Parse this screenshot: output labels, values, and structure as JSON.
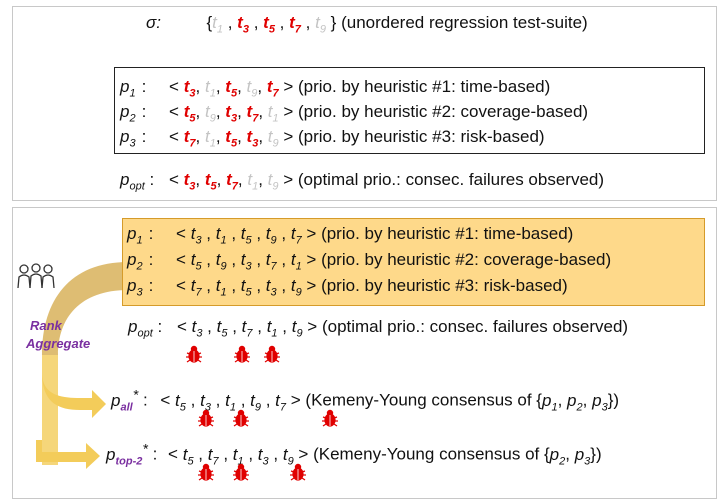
{
  "top": {
    "sigma_symbol": "σ:",
    "sigma_set": [
      "t1",
      "t3",
      "t5",
      "t7",
      "t9"
    ],
    "sigma_colors": [
      "gray",
      "red",
      "red",
      "red",
      "gray"
    ],
    "sigma_desc": "(unordered regression test-suite)",
    "rows": [
      {
        "label": "p",
        "sub": "1",
        "seq": [
          "3",
          "1",
          "5",
          "9",
          "7"
        ],
        "colors": [
          "red",
          "gray",
          "red",
          "gray",
          "red"
        ],
        "desc": "(prio. by heuristic #1: time-based)"
      },
      {
        "label": "p",
        "sub": "2",
        "seq": [
          "5",
          "9",
          "3",
          "7",
          "1"
        ],
        "colors": [
          "red",
          "gray",
          "red",
          "red",
          "gray"
        ],
        "desc": "(prio. by heuristic #2: coverage-based)"
      },
      {
        "label": "p",
        "sub": "3",
        "seq": [
          "7",
          "1",
          "5",
          "3",
          "9"
        ],
        "colors": [
          "red",
          "gray",
          "red",
          "red",
          "gray"
        ],
        "desc": "(prio. by heuristic #3: risk-based)"
      }
    ],
    "opt": {
      "label": "p",
      "sub": "opt",
      "seq": [
        "3",
        "5",
        "7",
        "1",
        "9"
      ],
      "colors": [
        "red",
        "red",
        "red",
        "gray",
        "gray"
      ],
      "desc": "(optimal prio.: consec. failures observed)"
    }
  },
  "bottom": {
    "rows": [
      {
        "label": "p",
        "sub": "1",
        "seq": [
          "3",
          "1",
          "5",
          "9",
          "7"
        ],
        "desc": "(prio. by heuristic #1: time-based)"
      },
      {
        "label": "p",
        "sub": "2",
        "seq": [
          "5",
          "9",
          "3",
          "7",
          "1"
        ],
        "desc": "(prio. by heuristic #2: coverage-based)"
      },
      {
        "label": "p",
        "sub": "3",
        "seq": [
          "7",
          "1",
          "5",
          "3",
          "9"
        ],
        "desc": "(prio. by heuristic #3: risk-based)"
      }
    ],
    "rank_label_1": "Rank",
    "rank_label_2": "Aggregate",
    "opt": {
      "label": "p",
      "sub": "opt",
      "seq": [
        "3",
        "5",
        "7",
        "1",
        "9"
      ],
      "desc": "(optimal prio.: consec. failures observed)"
    },
    "all": {
      "label": "p",
      "sub": "all",
      "sup": "*",
      "seq": [
        "5",
        "3",
        "1",
        "9",
        "7"
      ],
      "desc_pre": "(Kemeny-Young consensus of {",
      "desc_post": "})",
      "set": [
        "1",
        "2",
        "3"
      ]
    },
    "top2": {
      "label": "p",
      "sub": "top-2",
      "sup": "*",
      "seq": [
        "5",
        "7",
        "1",
        "3",
        "9"
      ],
      "desc_pre": "(Kemeny-Young consensus of {",
      "desc_post": "})",
      "set": [
        "2",
        "3"
      ]
    }
  },
  "colors": {
    "red": "#e00000",
    "gray": "#c4c4c4",
    "highlight": "#fed98a",
    "arrow": "#f3cc5a",
    "purple": "#7a2fa0"
  },
  "icons": [
    "people-group-icon",
    "bug-icon"
  ]
}
